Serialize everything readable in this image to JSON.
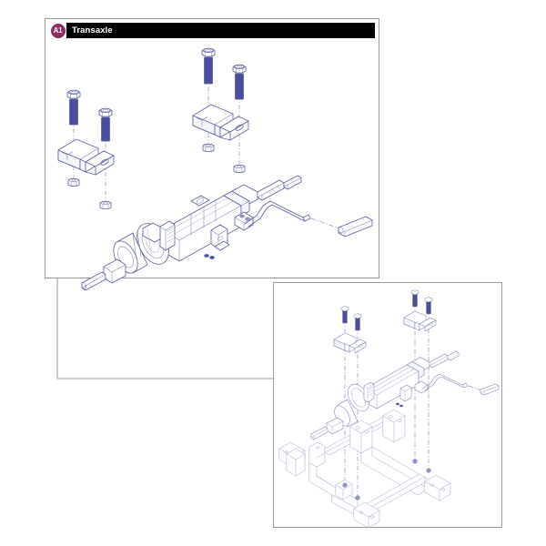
{
  "document": {
    "type": "exploded-parts-diagram",
    "background_color": "#ffffff",
    "line_color": "#5a5f9e",
    "border_color": "#9a9a9a"
  },
  "main_panel": {
    "badge_label": "A1",
    "badge_color": "#8f2c63",
    "title": "Transaxle",
    "title_bar_color": "#000000",
    "title_text_color": "#ffffff"
  },
  "figure": {
    "name": "transaxle-exploded-view",
    "callouts": {
      "bolt_color": "#4a4e9e",
      "centerline_color": "#8a90c4"
    },
    "parts": [
      {
        "id": "bolt-left-rear",
        "name": "hex-head-bolt"
      },
      {
        "id": "bolt-left-front",
        "name": "hex-head-bolt"
      },
      {
        "id": "bolt-right-rear",
        "name": "hex-head-bolt"
      },
      {
        "id": "bolt-right-front",
        "name": "hex-head-bolt"
      },
      {
        "id": "bracket-left",
        "name": "mounting-bracket"
      },
      {
        "id": "bracket-right",
        "name": "mounting-bracket"
      },
      {
        "id": "nut-left-rear",
        "name": "lock-nut"
      },
      {
        "id": "nut-left-front",
        "name": "lock-nut"
      },
      {
        "id": "nut-right-rear",
        "name": "lock-nut"
      },
      {
        "id": "nut-right-front",
        "name": "lock-nut"
      },
      {
        "id": "transaxle-body",
        "name": "transaxle-assembly"
      },
      {
        "id": "motor-housing",
        "name": "motor-housing"
      },
      {
        "id": "output-shaft",
        "name": "output-shaft"
      },
      {
        "id": "release-lever",
        "name": "freewheel-release-lever"
      },
      {
        "id": "lever-handle",
        "name": "release-lever-handle"
      }
    ]
  },
  "detail_panel": {
    "name": "installed-view",
    "parts": [
      {
        "id": "transaxle-installed",
        "name": "transaxle-assembly"
      },
      {
        "id": "chassis-frame",
        "name": "chassis-frame"
      },
      {
        "id": "bolt-a",
        "name": "hex-head-bolt"
      },
      {
        "id": "bolt-b",
        "name": "hex-head-bolt"
      },
      {
        "id": "bolt-c",
        "name": "hex-head-bolt"
      },
      {
        "id": "bolt-d",
        "name": "hex-head-bolt"
      },
      {
        "id": "bracket-a",
        "name": "mounting-bracket"
      },
      {
        "id": "bracket-b",
        "name": "mounting-bracket"
      }
    ]
  }
}
